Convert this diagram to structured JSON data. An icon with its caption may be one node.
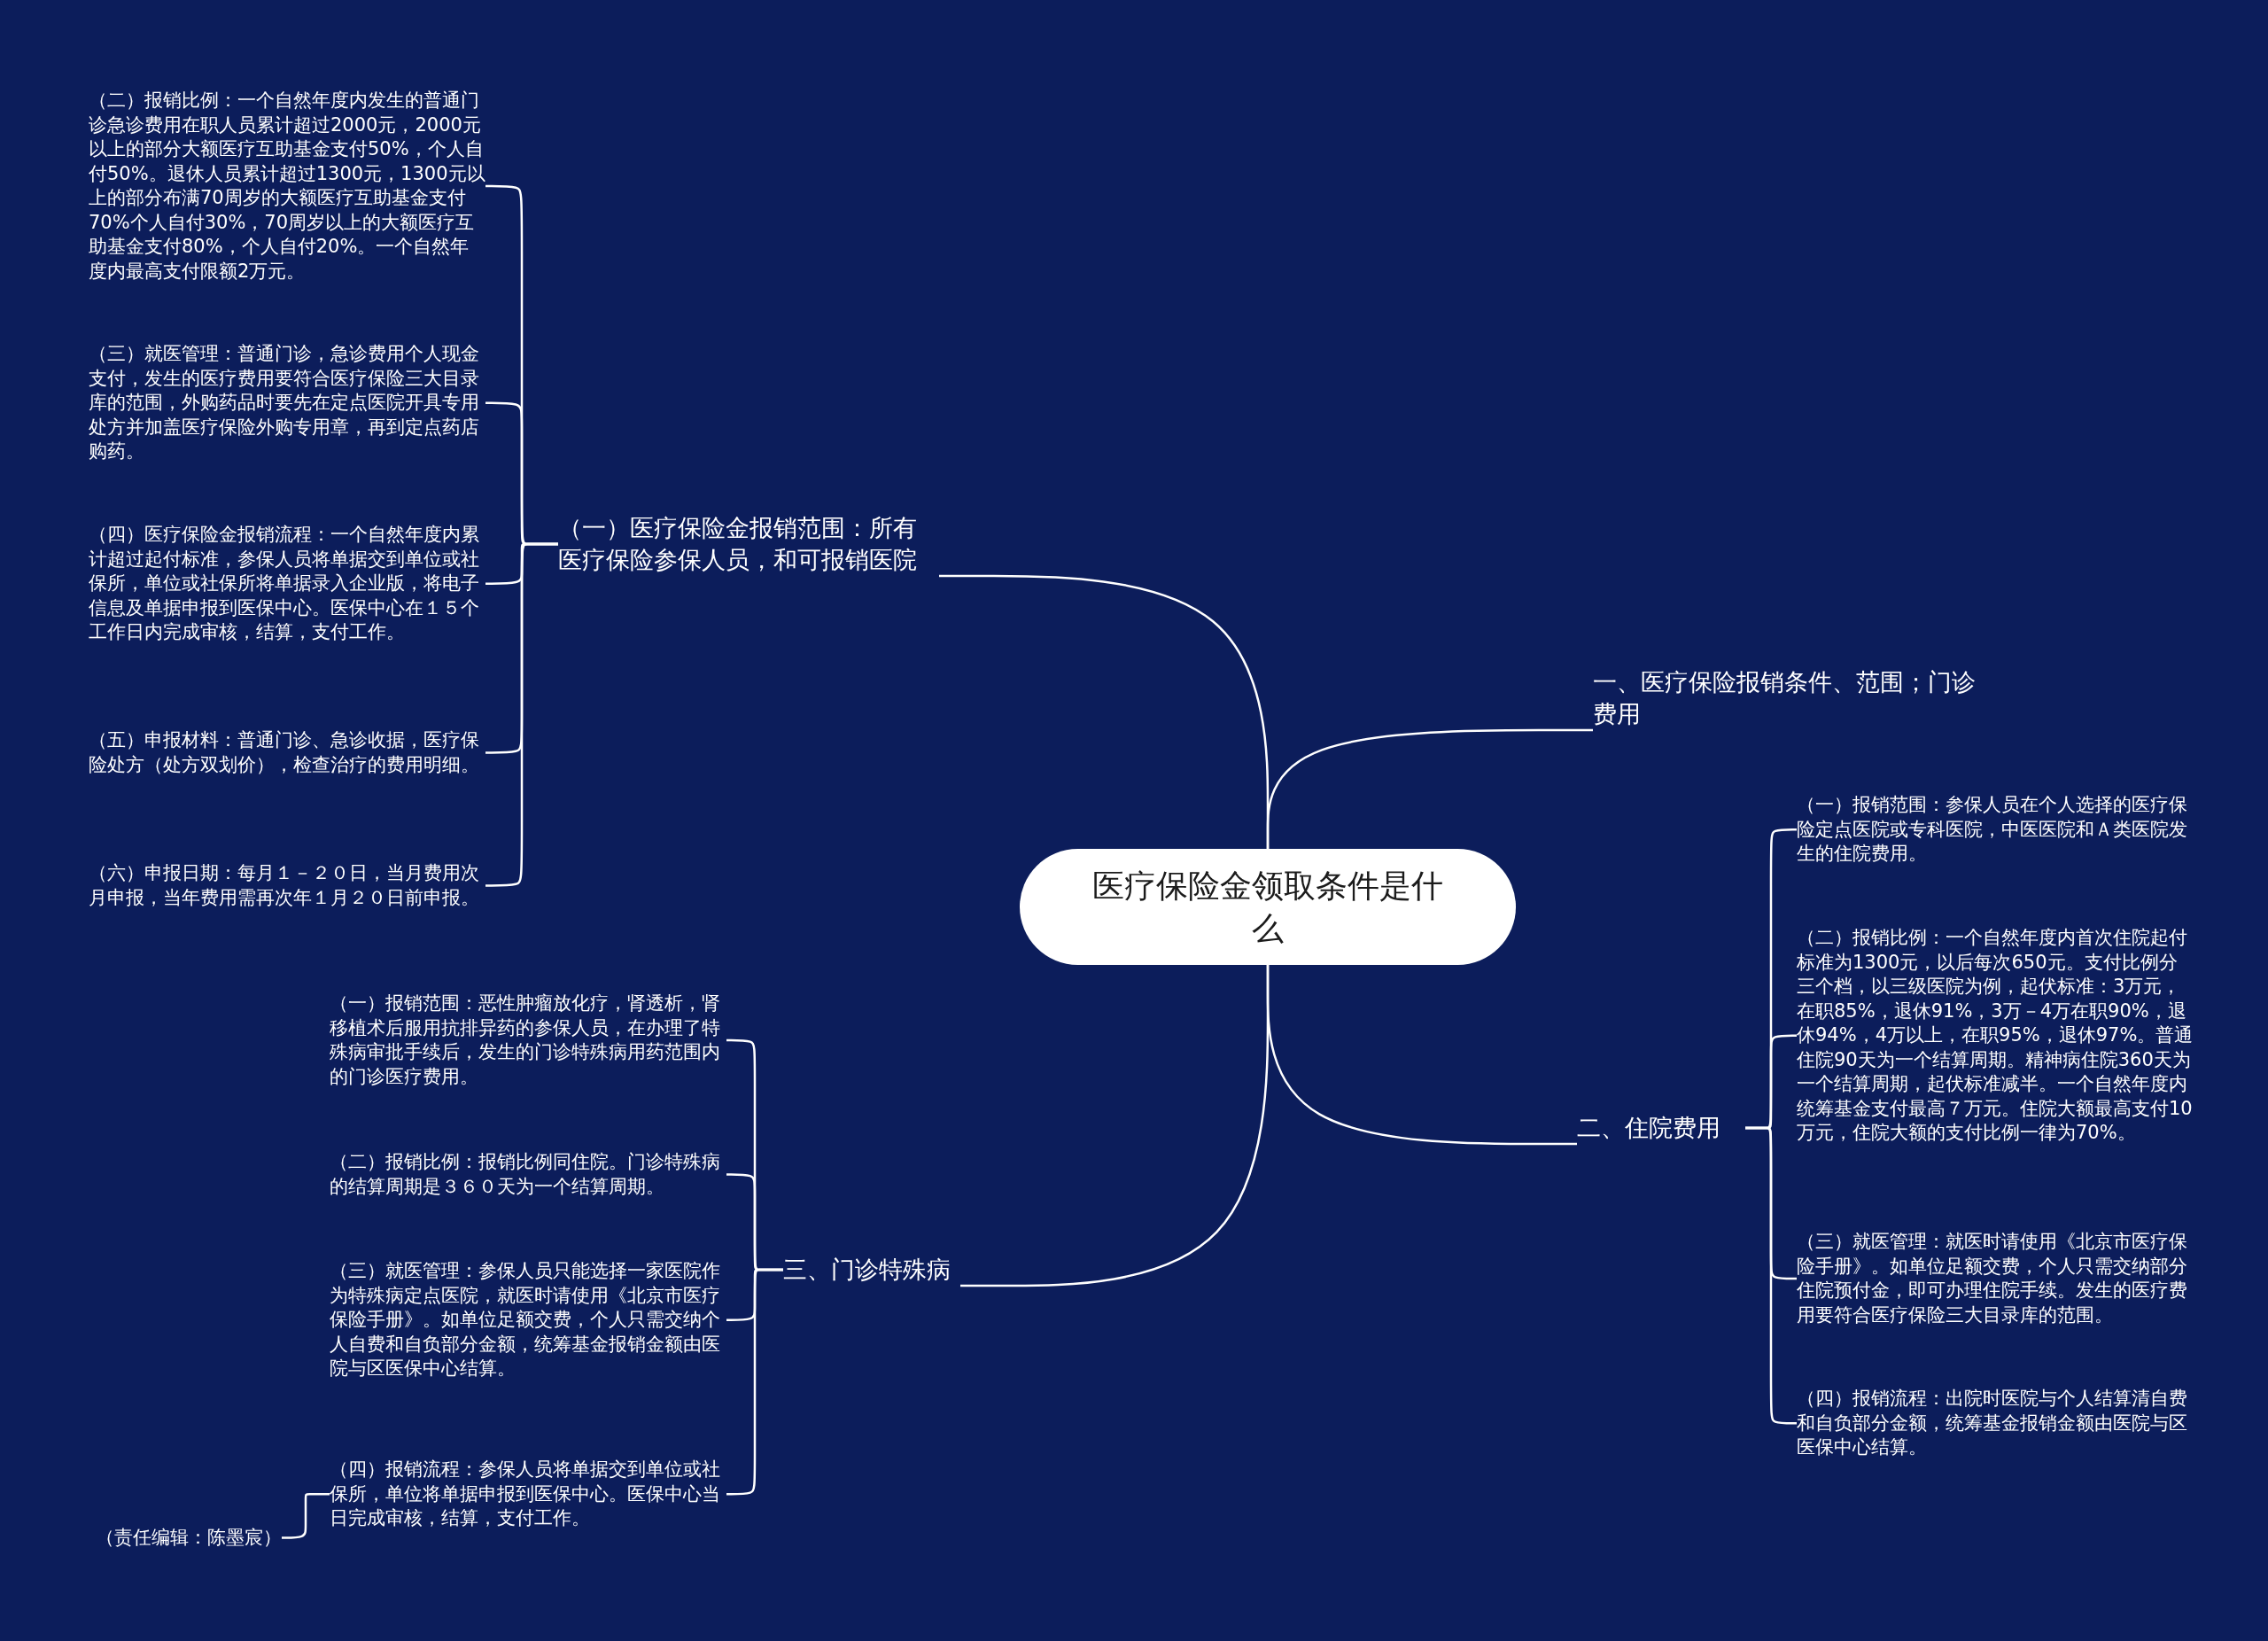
{
  "diagram": {
    "nodes": [
      {
        "text": [
          "医疗保险金领取条件是什么"
        ]
      },
      {
        "text": [
          "（一）医疗保险金报销范围：所有医疗保险参保人员，和可报销医院"
        ]
      },
      {
        "text": [
          "（二）报销比例：一个自然年度内发生的普通门诊急诊费用在职人员累计超过2000元，2000元以上的部分大额医疗互助基金支付50%，个人自付50%。退休人员累计超过1300元，1300元以上的部分布满70周岁的大额医疗互助基金支付70%个人自付30%，70周岁以上的大额医疗互助基金支付80%，个人自付20%。一个自然年度内最高支付限额2万元。"
        ]
      },
      {
        "text": [
          "（三）就医管理：普通门诊，急诊费用个人现金支付，发生的医疗费用要符合医疗保险三大目录库的范围，外购药品时要先在定点医院开具专用处方并加盖医疗保险外购专用章，再到定点药店购药。"
        ]
      },
      {
        "text": [
          "（四）医疗保险金报销流程：一个自然年度内累计超过起付标准，参保人员将单据交到单位或社保所，单位或社保所将单据录入企业版，将电子信息及单据申报到医保中心。医保中心在１５个工作日内完成审核，结算，支付工作。"
        ]
      },
      {
        "text": [
          "（五）申报材料：普通门诊、急诊收据，医疗保险处方（处方双划价），检查治疗的费用明细。"
        ]
      },
      {
        "text": [
          "（六）申报日期：每月１－２０日，当月费用次月申报，当年费用需再次年１月２０日前申报。"
        ]
      },
      {
        "text": [
          "一、医疗保险报销条件、范围；门诊费用"
        ]
      },
      {
        "text": [
          "二、住院费用"
        ]
      },
      {
        "text": [
          "（一）报销范围：参保人员在个人选择的医疗保险定点医院或专科医院，中医医院和Ａ类医院发生的住院费用。"
        ]
      },
      {
        "text": [
          "（二）报销比例：一个自然年度内首次住院起付标准为1300元，以后每次650元。支付比例分三个档，以三级医院为例，起伏标准：3万元，在职85%，退休91%，3万－4万在职90%，退休94%，4万以上，在职95%，退休97%。普通住院90天为一个结算周期。精神病住院360天为一个结算周期，起伏标准减半。一个自然年度内统筹基金支付最高７万元。住院大额最高支付10万元，住院大额的支付比例一律为70%。"
        ]
      },
      {
        "text": [
          "（三）就医管理：就医时请使用《北京市医疗保险手册》。如单位足额交费，个人只需交纳部分住院预付金，即可办理住院手续。发生的医疗费用要符合医疗保险三大目录库的范围。"
        ]
      },
      {
        "text": [
          "（四）报销流程：出院时医院与个人结算清自费和自负部分金额，统筹基金报销金额由医院与区医保中心结算。"
        ]
      },
      {
        "text": [
          "三、门诊特殊病"
        ]
      },
      {
        "text": [
          "（一）报销范围：恶性肿瘤放化疗，肾透析，肾移植术后服用抗排异药的参保人员，在办理了特殊病审批手续后，发生的门诊特殊病用药范围内的门诊医疗费用。"
        ]
      },
      {
        "text": [
          "（二）报销比例：报销比例同住院。门诊特殊病的结算周期是３６０天为一个结算周期。"
        ]
      },
      {
        "text": [
          "（三）就医管理：参保人员只能选择一家医院作为特殊病定点医院，就医时请使用《北京市医疗保险手册》。如单位足额交费，个人只需交纳个人自费和自负部分金额，统筹基金报销金额由医院与区医保中心结算。"
        ]
      },
      {
        "text": [
          "（四）报销流程：参保人员将单据交到单位或社保所，单位将单据申报到医保中心。医保中心当日完成审核，结算，支付工作。"
        ]
      },
      {
        "text": [
          "（责任编辑：陈墨宸）"
        ]
      }
    ],
    "edges": [
      {
        "from": 0,
        "to": 1,
        "arrow": "none"
      },
      {
        "from": 1,
        "to": 2,
        "arrow": "none"
      },
      {
        "from": 1,
        "to": 3,
        "arrow": "none"
      },
      {
        "from": 1,
        "to": 4,
        "arrow": "none"
      },
      {
        "from": 1,
        "to": 5,
        "arrow": "none"
      },
      {
        "from": 1,
        "to": 6,
        "arrow": "none"
      },
      {
        "from": 0,
        "to": 7,
        "arrow": "none"
      },
      {
        "from": 0,
        "to": 8,
        "arrow": "none"
      },
      {
        "from": 8,
        "to": 9,
        "arrow": "none"
      },
      {
        "from": 8,
        "to": 10,
        "arrow": "none"
      },
      {
        "from": 8,
        "to": 11,
        "arrow": "none"
      },
      {
        "from": 8,
        "to": 12,
        "arrow": "none"
      },
      {
        "from": 0,
        "to": 13,
        "arrow": "none"
      },
      {
        "from": 13,
        "to": 14,
        "arrow": "none"
      },
      {
        "from": 13,
        "to": 15,
        "arrow": "none"
      },
      {
        "from": 13,
        "to": 16,
        "arrow": "none"
      },
      {
        "from": 13,
        "to": 17,
        "arrow": "none"
      },
      {
        "from": 17,
        "to": 18,
        "arrow": "none"
      }
    ]
  }
}
